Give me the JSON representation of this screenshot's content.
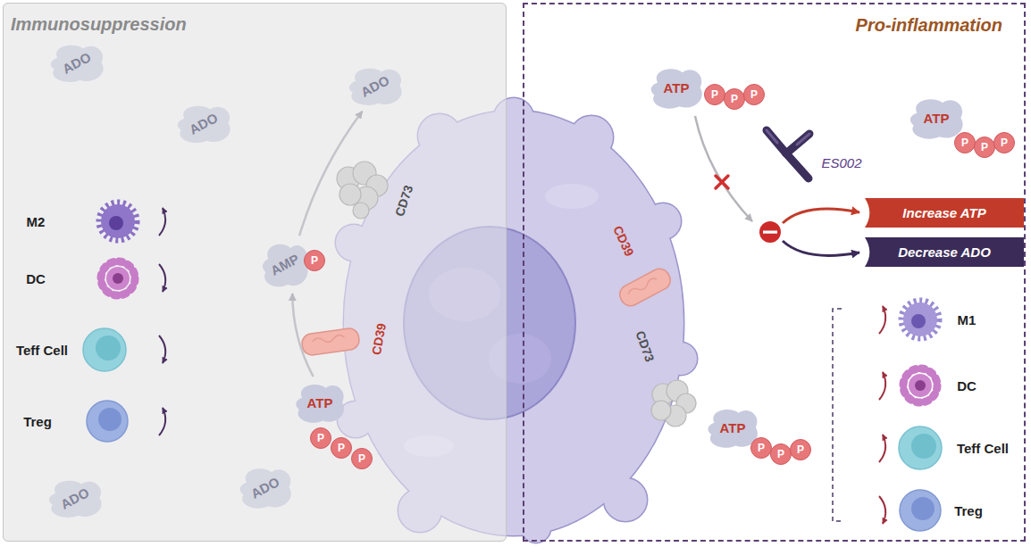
{
  "diagram": {
    "nodes": [
      {
        "text": [
          "Immunosuppression"
        ]
      },
      {
        "text": [
          "Pro-inflammation"
        ]
      },
      {
        "text": [
          "ADO"
        ],
        "in": 0
      },
      {
        "text": [
          "ADO"
        ],
        "in": 0
      },
      {
        "text": [
          "ADO"
        ],
        "in": 0
      },
      {
        "text": [
          "AMP"
        ],
        "in": 0
      },
      {
        "text": [
          "ATP"
        ],
        "in": 0
      },
      {
        "text": [
          "ADO"
        ],
        "in": 0
      },
      {
        "text": [
          "ADO"
        ],
        "in": 0
      },
      {
        "text": [
          "ATP"
        ],
        "in": 1
      },
      {
        "text": [
          "ATP"
        ],
        "in": 1
      },
      {
        "text": [
          "ATP"
        ],
        "in": 1
      },
      {
        "text": [
          "Increase ATP"
        ],
        "in": 1
      },
      {
        "text": [
          "Decrease ADO"
        ],
        "in": 1
      }
    ],
    "edges": [
      {
        "from": 6,
        "to": 5,
        "arrow": "to"
      },
      {
        "from": 5,
        "to": 4,
        "arrow": "to"
      }
    ],
    "labels": [
      "M2",
      "DC",
      "Teff Cell",
      "Treg",
      "P",
      "CD73",
      "CD39",
      "P",
      "P",
      "P",
      "P",
      "P",
      "P",
      "ES002",
      "CD39",
      "P",
      "P",
      "P",
      "CD73",
      "P",
      "P",
      "P",
      "M1",
      "DC",
      "Teff Cell",
      "Treg"
    ]
  }
}
